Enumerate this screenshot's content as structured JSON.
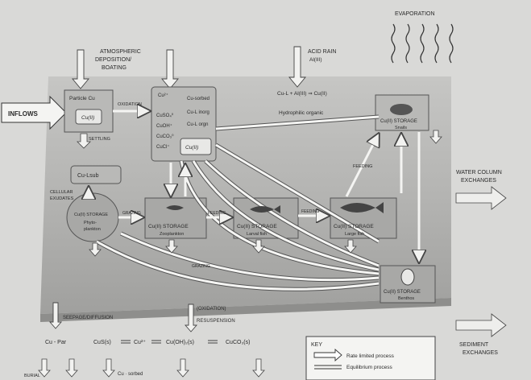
{
  "labels": {
    "evaporation": "EVAPORATION",
    "atmospheric": "ATMOSPHERIC",
    "deposition": "DEPOSITION/",
    "boating": "BOATING",
    "acid_rain": "ACID RAIN",
    "al_iii": "Al(III)",
    "inflows": "INFLOWS",
    "particle_cu": "Particle Cu",
    "cu_ii": "Cu(II)",
    "oxidation": "OXIDATION",
    "settling": "SETTLING",
    "cu2": "Cu²⁺",
    "cuso4": "CuSO₄⁰",
    "cuoh": "CuOH⁺",
    "cuco3": "CuCO₃⁰",
    "cucl": "CuCl⁺",
    "cu_sorbed_top": "Cu-sorbed",
    "cu_l_inorg": "Cu-L inorg",
    "cu_l_org": "Cu-L orgn",
    "cu_l_al": "Cu-L + Al(III) ⇒ Cu(II)",
    "hydrophilic": "Hydrophilic organic",
    "cu_storage": "Cu(II) STORAGE",
    "snails": "Snails",
    "cu_l_sub": "Cu-Lsub",
    "cellular": "CELLULAR",
    "exudates": "EXUDATES",
    "feeding": "FEEDING",
    "water_column": "WATER COLUMN",
    "exchanges": "EXCHANGES",
    "phyto": "Phyto-",
    "plankton": "plankton",
    "grazing": "GRAZING",
    "zooplankton": "Zooplankton",
    "larval_fish": "Larval fish",
    "large_fish": "Large fish",
    "benthos": "Benthos",
    "oxidation_paren": "(OXIDATION)",
    "seepage": "SEEPAGE/DIFFUSION",
    "resuspension": "RESUSPENSION",
    "sediment": "SEDIMENT",
    "cu_par": "Cu - Par",
    "cus": "CuS(s)",
    "cu2_plain": "Cu²⁺",
    "cu_oh2": "Cu(OH)₂(s)",
    "cuco3_s": "CuCO₃(s)",
    "burial": "BURIAL",
    "cu_sorbed_bottom": "Cu · sorbed"
  },
  "key": {
    "title": "KEY",
    "rate_limited": "Rate limited process",
    "equilibrium": "Equilibrium process"
  },
  "colors": {
    "background": "#d9d9d7",
    "water": "#b4b4b2",
    "box_fill": "#b9b9b7",
    "arrow_fill": "#f2f2f0",
    "outline": "#444444"
  }
}
